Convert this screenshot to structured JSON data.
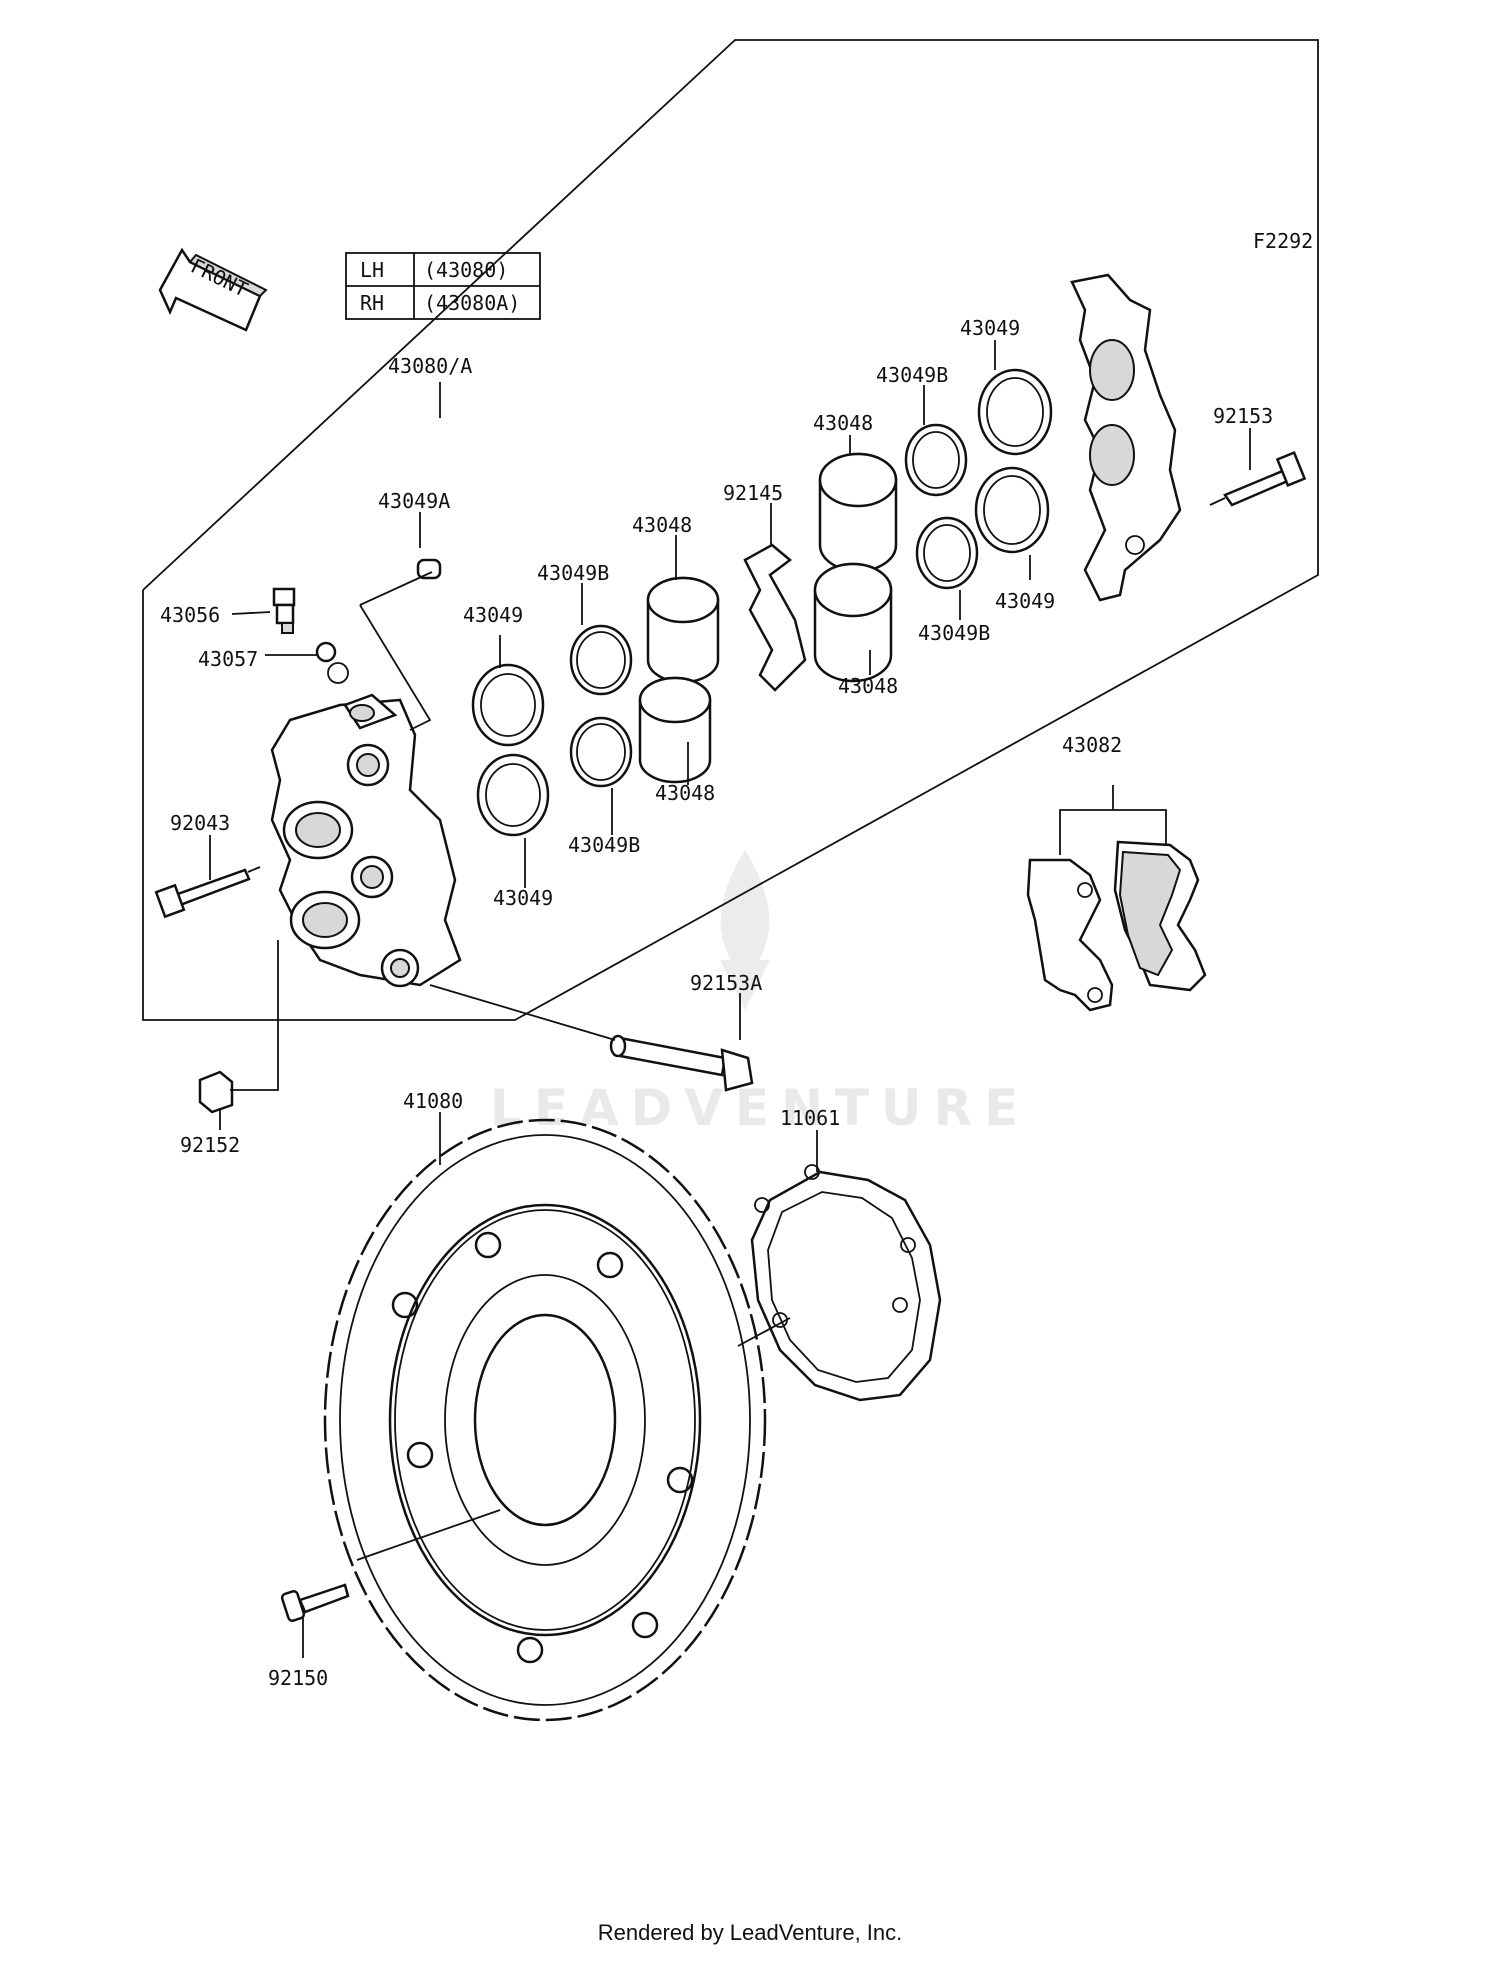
{
  "diagram_code": "F2292",
  "front_label": "FRONT",
  "variant_table": [
    {
      "side": "LH",
      "code": "(43080)"
    },
    {
      "side": "RH",
      "code": "(43080A)"
    }
  ],
  "parts": {
    "caliper_assy": "43080/A",
    "bleeder_cap": "43049A",
    "bleeder_valve": "43056",
    "bleeder_washer": "43057",
    "caliper_bolt_left": "92043",
    "nut": "92152",
    "seal_a1": "43049",
    "seal_a2": "43049",
    "seal_b1": "43049B",
    "seal_b2": "43049B",
    "piston_1": "43048",
    "piston_2": "43048",
    "spring_clip": "92145",
    "piston_3": "43048",
    "piston_4": "43048",
    "seal_b3": "43049B",
    "seal_b4": "43049B",
    "seal_a3": "43049",
    "seal_a4": "43049",
    "caliper_bolt_right": "92153",
    "pad_set": "43082",
    "mount_bolt": "92153A",
    "disc": "41080",
    "gasket": "11061",
    "disc_bolt": "92150"
  },
  "watermark": "LEADVENTURE",
  "footer": "Rendered by LeadVenture, Inc."
}
